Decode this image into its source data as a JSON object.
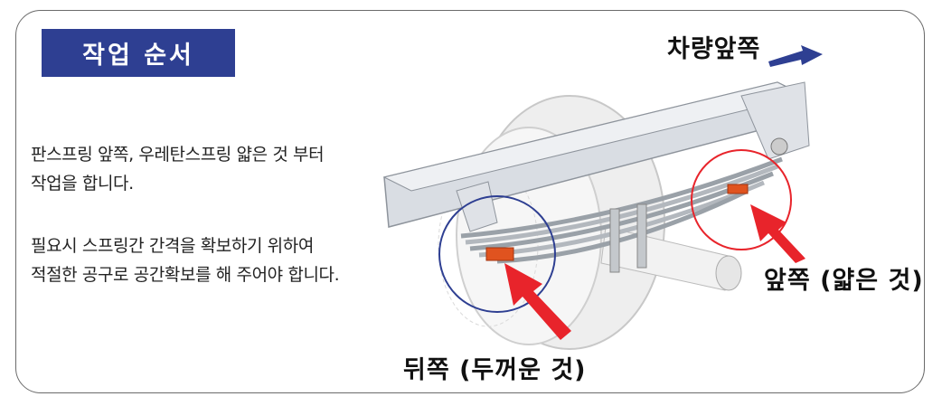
{
  "header": {
    "title": "작업 순서"
  },
  "instructions": {
    "para1_line1": "판스프링 앞쪽, 우레탄스프링 얇은 것 부터",
    "para1_line2": "작업을 합니다.",
    "para2_line1": "필요시 스프링간 간격을 확보하기 위하여",
    "para2_line2": "적절한 공구로 공간확보를 해 주어야 합니다."
  },
  "diagram": {
    "vehicle_front_label": "차량앞쪽",
    "front_label": "앞쪽 (얇은 것)",
    "rear_label": "뒤쪽 (두꺼운 것)",
    "colors": {
      "title_bg": "#2e3f92",
      "arrow_blue": "#2e3f92",
      "arrow_red": "#e8242b",
      "urethane": "#e0531f"
    }
  }
}
